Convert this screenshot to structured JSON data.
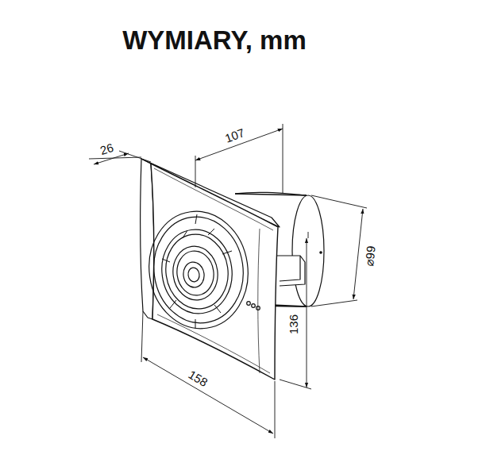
{
  "diagram": {
    "title": "WYMIARY, mm",
    "labels": [
      "26",
      "107",
      "⌀99",
      "136",
      "158"
    ]
  }
}
